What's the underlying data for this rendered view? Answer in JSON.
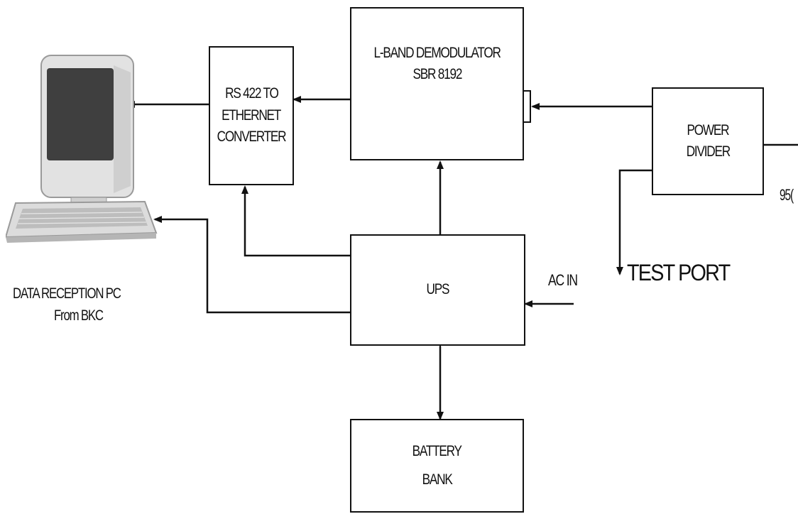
{
  "blocks": {
    "converter": {
      "line1": "RS 422 TO",
      "line2": "ETHERNET",
      "line3": "CONVERTER"
    },
    "demodulator": {
      "line1": "L-BAND DEMODULATOR",
      "line2": "SBR 8192"
    },
    "power_divider": {
      "line1": "POWER",
      "line2": "DIVIDER"
    },
    "ups": {
      "label": "UPS"
    },
    "battery": {
      "line1": "BATTERY",
      "line2": "BANK"
    }
  },
  "labels": {
    "pc_line1": "DATA RECEPTION PC",
    "pc_line2": "From BKC",
    "ac_in": "AC IN",
    "test_port": "TEST PORT",
    "edge_label": "95("
  },
  "colors": {
    "line": "#111111",
    "monitor_body": "#dcdcdc",
    "screen": "#3f3f3f"
  }
}
